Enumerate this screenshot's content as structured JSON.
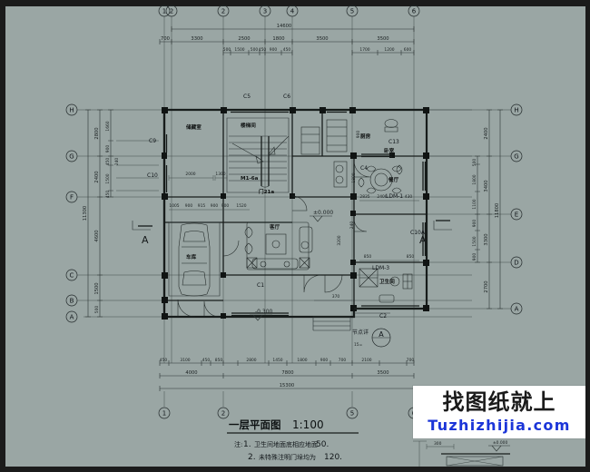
{
  "drawing": {
    "title_cn": "一层平面图",
    "scale": "1:100",
    "notes_label": "注:",
    "notes": [
      {
        "num": "1.",
        "text": "卫生间地面底相应地面",
        "value": "50."
      },
      {
        "num": "2.",
        "text": "未特殊注明门垛均为",
        "value": "120."
      }
    ],
    "detail_label": "节点详",
    "detail_bubble": "A",
    "detail_sub": "15="
  },
  "grid": {
    "top": [
      "1",
      "2",
      "2",
      "3",
      "4",
      "5",
      "6"
    ],
    "bottom": [
      "1",
      "2",
      "5",
      "6"
    ],
    "left": [
      "H",
      "G",
      "F",
      "C",
      "B",
      "A"
    ],
    "right": [
      "H",
      "G",
      "E",
      "D",
      "A"
    ]
  },
  "dimensions": {
    "top_total": "14600",
    "top_main": [
      "700",
      "3300",
      "2500",
      "1800",
      "3500",
      "3500"
    ],
    "top_sub_left": [
      "500",
      "1500",
      "500",
      "450",
      "900",
      "450"
    ],
    "top_sub_right": [
      "1700",
      "1200",
      "600"
    ],
    "bottom_detail": [
      "450",
      "3100",
      "450",
      "850",
      "2800",
      "1450",
      "1800",
      "900",
      "700",
      "2100",
      "700"
    ],
    "bottom_mid": [
      "4000",
      "7800",
      "3500"
    ],
    "bottom_total": "15300",
    "left_total": "11300",
    "left_main": [
      "2800",
      "2400",
      "4600",
      "1500",
      "500"
    ],
    "left_sub": [
      "1660",
      "900",
      "450",
      "240",
      "1500",
      "450"
    ],
    "right_total": "11800",
    "right_main": [
      "2400",
      "3400",
      "3300",
      "2700"
    ],
    "right_sub": [
      "500",
      "1800",
      "1100",
      "900",
      "1500",
      "900"
    ],
    "interior": [
      "2000",
      "1300",
      "1005",
      "900",
      "915",
      "900",
      "900",
      "1520",
      "2400",
      "430",
      "850",
      "850",
      "2835",
      "370",
      "240",
      "3200"
    ]
  },
  "tags": {
    "windows": [
      "C5",
      "C6",
      "C9",
      "C10",
      "C13",
      "C4",
      "C1",
      "C2",
      "C10A"
    ],
    "doors": [
      "LDM-3",
      "LDM-1",
      "M1-6a",
      "门21a"
    ]
  },
  "levels": {
    "main": "±0.000",
    "entry": "-0.300",
    "detail": "±0.000",
    "detail_dim": "300"
  },
  "rooms": [
    {
      "name": "储藏室"
    },
    {
      "name": "楼梯间"
    },
    {
      "name": "厨房"
    },
    {
      "name": "卫生间"
    },
    {
      "name": "餐厅"
    },
    {
      "name": "客厅"
    },
    {
      "name": "车库"
    },
    {
      "name": "门厅"
    },
    {
      "name": "卧室"
    }
  ],
  "section_marks": [
    "A",
    "A"
  ],
  "watermark": {
    "cn": "找图纸就上",
    "en": "Tuzhizhijia.com"
  }
}
